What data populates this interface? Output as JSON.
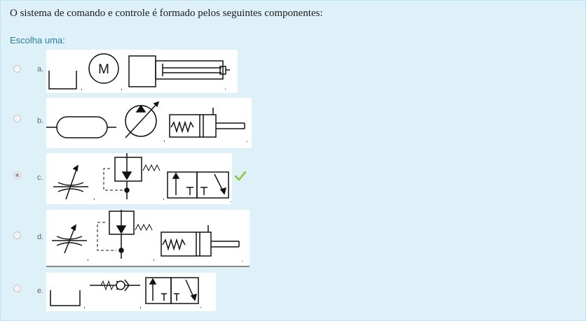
{
  "question": {
    "text": "O sistema de comando e controle é formado pelos seguintes componentes:",
    "prompt": "Escolha uma:"
  },
  "options": [
    {
      "letter": "a.",
      "selected": false,
      "symbols": [
        "reservoir-symbol",
        "electric-motor-symbol",
        "double-acting-cylinder-symbol"
      ],
      "motor_label": "M"
    },
    {
      "letter": "b.",
      "selected": false,
      "symbols": [
        "accumulator-symbol",
        "variable-pump-symbol",
        "spring-return-cylinder-symbol"
      ]
    },
    {
      "letter": "c.",
      "selected": true,
      "correct": true,
      "symbols": [
        "adjustable-flow-control-symbol",
        "pressure-relief-valve-symbol",
        "directional-valve-symbol"
      ]
    },
    {
      "letter": "d.",
      "selected": false,
      "symbols": [
        "adjustable-flow-control-symbol",
        "pressure-relief-valve-symbol",
        "spring-return-cylinder-symbol"
      ]
    },
    {
      "letter": "e.",
      "selected": false,
      "symbols": [
        "reservoir-symbol",
        "check-valve-symbol",
        "directional-valve-symbol"
      ]
    }
  ],
  "colors": {
    "panel_bg": "#def0f8",
    "prompt_text": "#2b7ea1",
    "correct_check": "#8cc63f"
  }
}
